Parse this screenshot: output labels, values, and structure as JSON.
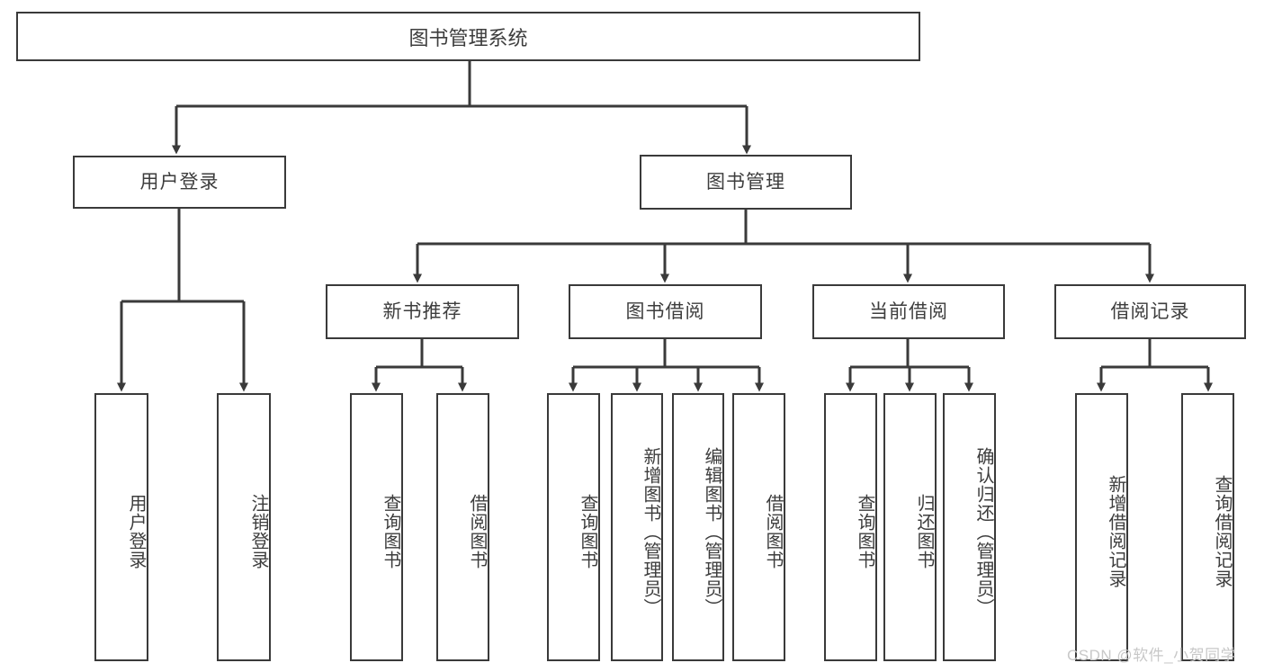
{
  "diagram": {
    "title": "图书管理系统",
    "type": "hierarchy-tree",
    "root": {
      "label": "图书管理系统"
    },
    "level2": [
      {
        "label": "用户登录"
      },
      {
        "label": "图书管理"
      }
    ],
    "level3": [
      {
        "label": "新书推荐"
      },
      {
        "label": "图书借阅"
      },
      {
        "label": "当前借阅"
      },
      {
        "label": "借阅记录"
      }
    ],
    "leaves": {
      "user_login": [
        {
          "label": "用户登录"
        },
        {
          "label": "注销登录"
        }
      ],
      "new_book_recommend": [
        {
          "label": "查询图书"
        },
        {
          "label": "借阅图书"
        }
      ],
      "book_borrow": [
        {
          "label": "查询图书"
        },
        {
          "label": "新增图书（管理员）"
        },
        {
          "label": "编辑图书（管理员）"
        },
        {
          "label": "借阅图书"
        }
      ],
      "current_borrow": [
        {
          "label": "查询图书"
        },
        {
          "label": "归还图书"
        },
        {
          "label": "确认归还（管理员）"
        }
      ],
      "borrow_record": [
        {
          "label": "新增借阅记录"
        },
        {
          "label": "查询借阅记录"
        }
      ]
    },
    "watermark": "CSDN @软件_小贺同学",
    "colors": {
      "line": "#3a3a3a",
      "box_border": "#3a3a3a",
      "box_fill": "#ffffff",
      "text": "#3d3d3d",
      "background": "#ffffff",
      "watermark": "#c8c8c8"
    }
  }
}
